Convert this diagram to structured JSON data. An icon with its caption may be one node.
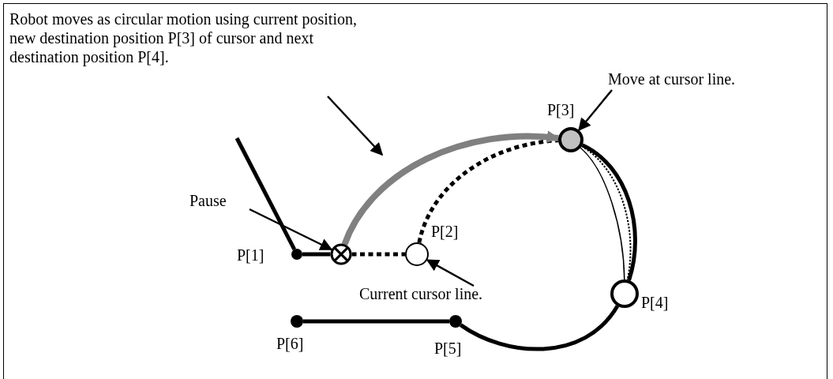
{
  "diagram": {
    "nodes": [
      {
        "text": [
          "Robot moves as circular motion using current position, new destination position P[3] of cursor and next destination position P[4]."
        ]
      },
      {
        "text": [
          "Move at cursor line."
        ]
      },
      {
        "text": [
          "Pause"
        ]
      },
      {
        "text": [],
        "shape": "circle",
        "beside": [
          "P[1]"
        ]
      },
      {
        "text": [],
        "shape": "circle"
      },
      {
        "text": [],
        "shape": "circle",
        "beside": [
          "P[2]"
        ]
      },
      {
        "text": [
          "Current cursor line."
        ]
      },
      {
        "text": [],
        "shape": "circle",
        "beside": [
          "P[3]"
        ]
      },
      {
        "text": [],
        "shape": "circle",
        "beside": [
          "P[4]"
        ]
      },
      {
        "text": [],
        "shape": "circle",
        "beside": [
          "P[6]"
        ]
      },
      {
        "text": [],
        "shape": "circle",
        "beside": [
          "P[5]"
        ]
      }
    ],
    "edges": [
      {
        "from": null,
        "to": 3,
        "arrow": "none"
      },
      {
        "from": 3,
        "to": 4,
        "arrow": "none"
      },
      {
        "from": 4,
        "to": 5,
        "arrow": "none",
        "style": "dashed"
      },
      {
        "from": 5,
        "to": 7,
        "arrow": "none",
        "style": "dashed"
      },
      {
        "from": 4,
        "to": 7,
        "arrow": "to",
        "color": "#808080"
      },
      {
        "from": 7,
        "to": 8,
        "arrow": "none"
      },
      {
        "from": 7,
        "to": 8,
        "arrow": "none"
      },
      {
        "from": 7,
        "to": 8,
        "arrow": "none",
        "style": "dashed"
      },
      {
        "from": 8,
        "to": 10,
        "arrow": "none"
      },
      {
        "from": 10,
        "to": 9,
        "arrow": "none"
      },
      {
        "from": 0,
        "to": null,
        "arrow": "to"
      },
      {
        "from": 1,
        "to": 7,
        "arrow": "to"
      },
      {
        "from": 2,
        "to": 4,
        "arrow": "to"
      },
      {
        "from": 6,
        "to": 5,
        "arrow": "to"
      }
    ]
  }
}
